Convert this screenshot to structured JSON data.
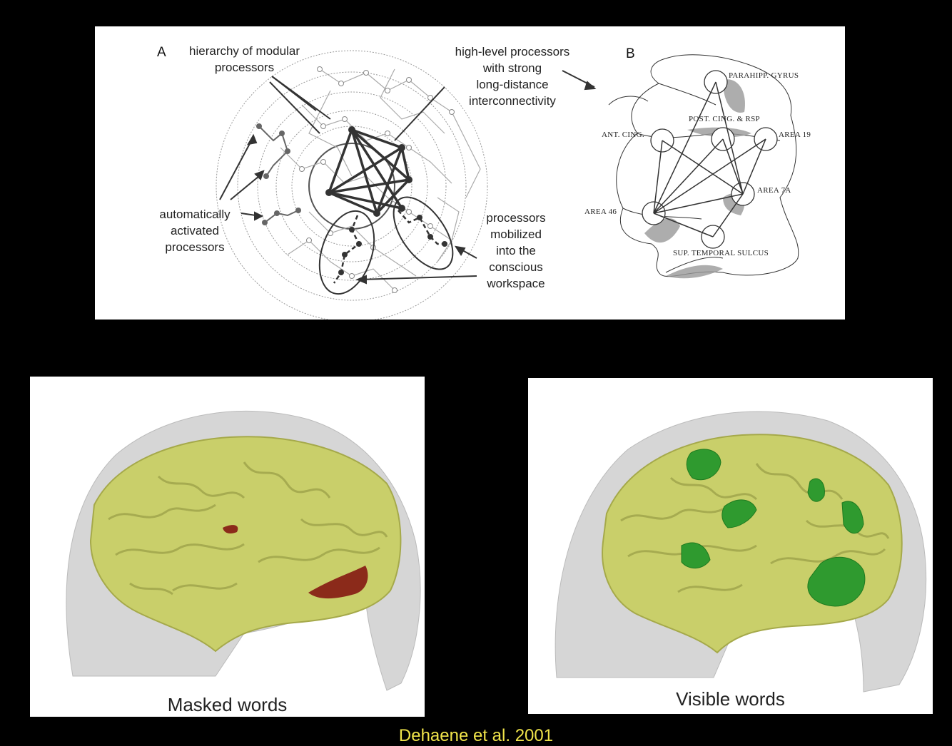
{
  "panel_a": {
    "letter": "A",
    "label_hierarchy": [
      "hierarchy of modular",
      "processors"
    ],
    "label_high_level": [
      "high-level processors",
      "with strong",
      "long-distance",
      "interconnectivity"
    ],
    "label_automatic": [
      "automatically",
      "activated",
      "processors"
    ],
    "label_mobilized": [
      "processors",
      "mobilized",
      "into the",
      "conscious",
      "workspace"
    ]
  },
  "panel_b": {
    "letter": "B",
    "regions": {
      "parahipp": "PARAHIPP. GYRUS",
      "post_cing": "POST. CING. & RSP",
      "ant_cing": "ANT. CING.",
      "area19": "AREA 19",
      "area7a": "AREA 7A",
      "area46": "AREA 46",
      "sup_temporal": "SUP. TEMPORAL SULCUS"
    }
  },
  "brains": {
    "masked_caption": "Masked words",
    "visible_caption": "Visible words",
    "masked_activation_color": "#8b2a1a",
    "visible_activation_color": "#2f9a2f",
    "cortex_color": "#c9cf6a"
  },
  "citation": "Dehaene et al. 2001"
}
